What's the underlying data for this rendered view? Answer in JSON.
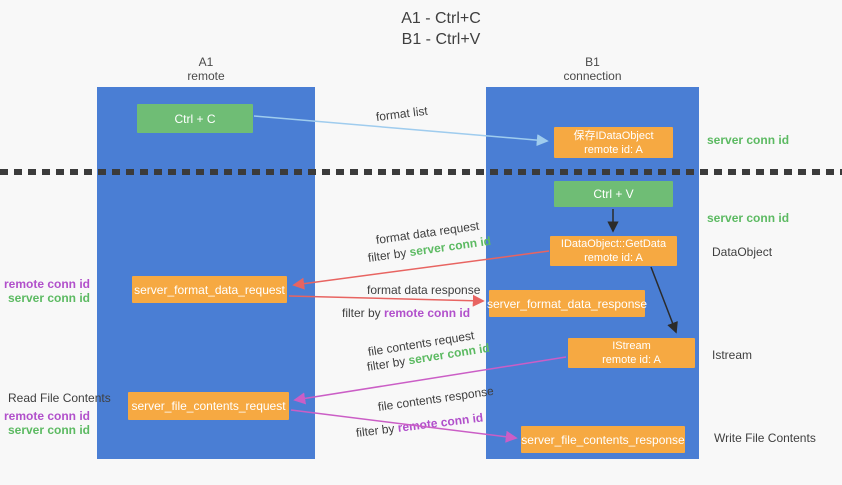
{
  "title": {
    "line1": "A1 - Ctrl+C",
    "line2": "B1 - Ctrl+V"
  },
  "lanes": {
    "a1": {
      "title": "A1",
      "subtitle": "remote"
    },
    "b1": {
      "title": "B1",
      "subtitle": "connection"
    }
  },
  "terms": {
    "server_conn_id": "server conn id",
    "remote_conn_id": "remote conn id",
    "filter_by": "filter by"
  },
  "nodes": {
    "ctrl_c": {
      "label": "Ctrl + C"
    },
    "ctrl_v": {
      "label": "Ctrl + V"
    },
    "save_idataobject": {
      "line1": "保存IDataObject",
      "line2": "remote id: A"
    },
    "getdata": {
      "line1": "IDataObject::GetData",
      "line2": "remote id: A"
    },
    "istream": {
      "line1": "IStream",
      "line2": "remote id: A"
    },
    "server_format_data_request": {
      "label": "server_format_data_request"
    },
    "server_format_data_response": {
      "label": "server_format_data_response"
    },
    "server_file_contents_request": {
      "label": "server_file_contents_request"
    },
    "server_file_contents_response": {
      "label": "server_file_contents_response"
    }
  },
  "margin_labels": {
    "data_object": "DataObject",
    "istream": "Istream",
    "write_file_contents": "Write File Contents",
    "read_file_contents": "Read File Contents"
  },
  "arrow_labels": {
    "format_list": "format list",
    "format_data_request": "format data request",
    "format_data_response": "format data response",
    "file_contents_request": "file contents request",
    "file_contents_response": "file contents response"
  },
  "colors": {
    "lane_blue": "#4a7ed4",
    "node_green": "#6fbd75",
    "node_orange": "#f6a942",
    "arrow_blue": "#9fccee",
    "arrow_red": "#e86461",
    "arrow_pink": "#cb5ec6",
    "arrow_black": "#2b2b2b",
    "text_green": "#5cba62",
    "text_purple": "#b150cb",
    "background": "#f8f8f8"
  }
}
